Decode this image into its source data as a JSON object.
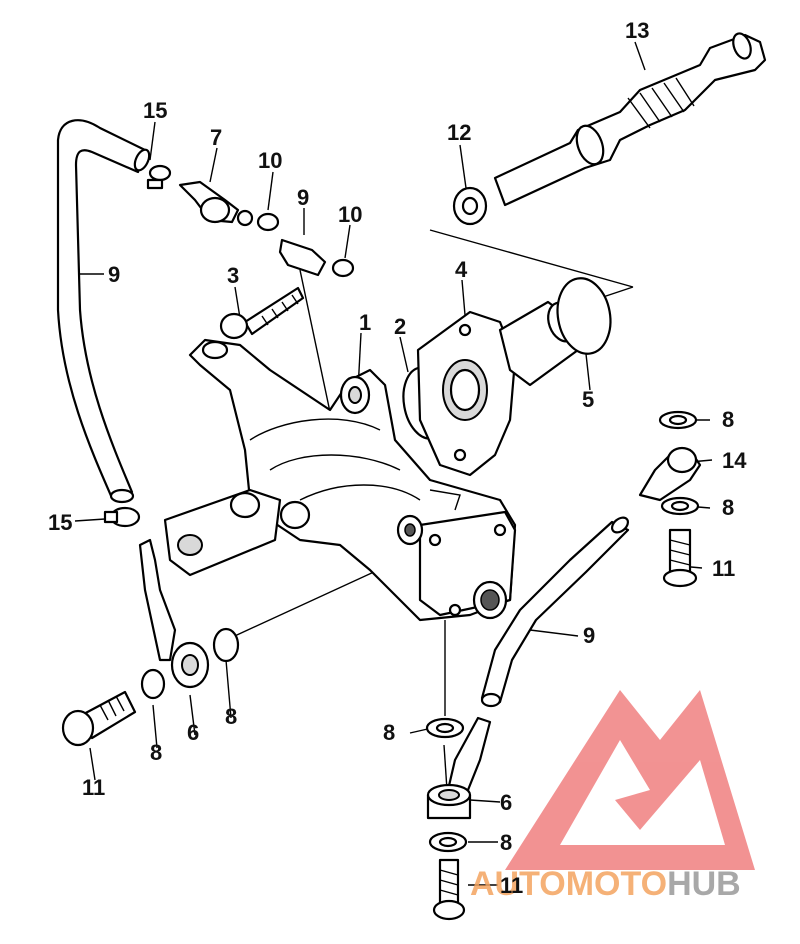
{
  "diagram": {
    "labels": [
      {
        "id": "1",
        "text": "1"
      },
      {
        "id": "2",
        "text": "2"
      },
      {
        "id": "3",
        "text": "3"
      },
      {
        "id": "4",
        "text": "4"
      },
      {
        "id": "5",
        "text": "5"
      },
      {
        "id": "6a",
        "text": "6"
      },
      {
        "id": "6b",
        "text": "6"
      },
      {
        "id": "7",
        "text": "7"
      },
      {
        "id": "8a",
        "text": "8"
      },
      {
        "id": "8b",
        "text": "8"
      },
      {
        "id": "8c",
        "text": "8"
      },
      {
        "id": "8d",
        "text": "8"
      },
      {
        "id": "8e",
        "text": "8"
      },
      {
        "id": "8f",
        "text": "8"
      },
      {
        "id": "9a",
        "text": "9"
      },
      {
        "id": "9b",
        "text": "9"
      },
      {
        "id": "9c",
        "text": "9"
      },
      {
        "id": "10a",
        "text": "10"
      },
      {
        "id": "10b",
        "text": "10"
      },
      {
        "id": "11a",
        "text": "11"
      },
      {
        "id": "11b",
        "text": "11"
      },
      {
        "id": "11c",
        "text": "11"
      },
      {
        "id": "12",
        "text": "12"
      },
      {
        "id": "13",
        "text": "13"
      },
      {
        "id": "14",
        "text": "14"
      },
      {
        "id": "15a",
        "text": "15"
      },
      {
        "id": "15b",
        "text": "15"
      }
    ]
  },
  "watermark": {
    "text_part1": "AUTOMOTO",
    "text_part2": "HUB",
    "colors": {
      "logo": "#f08080",
      "text_part1": "#f4a460",
      "text_part2": "#9a9a9a"
    }
  }
}
